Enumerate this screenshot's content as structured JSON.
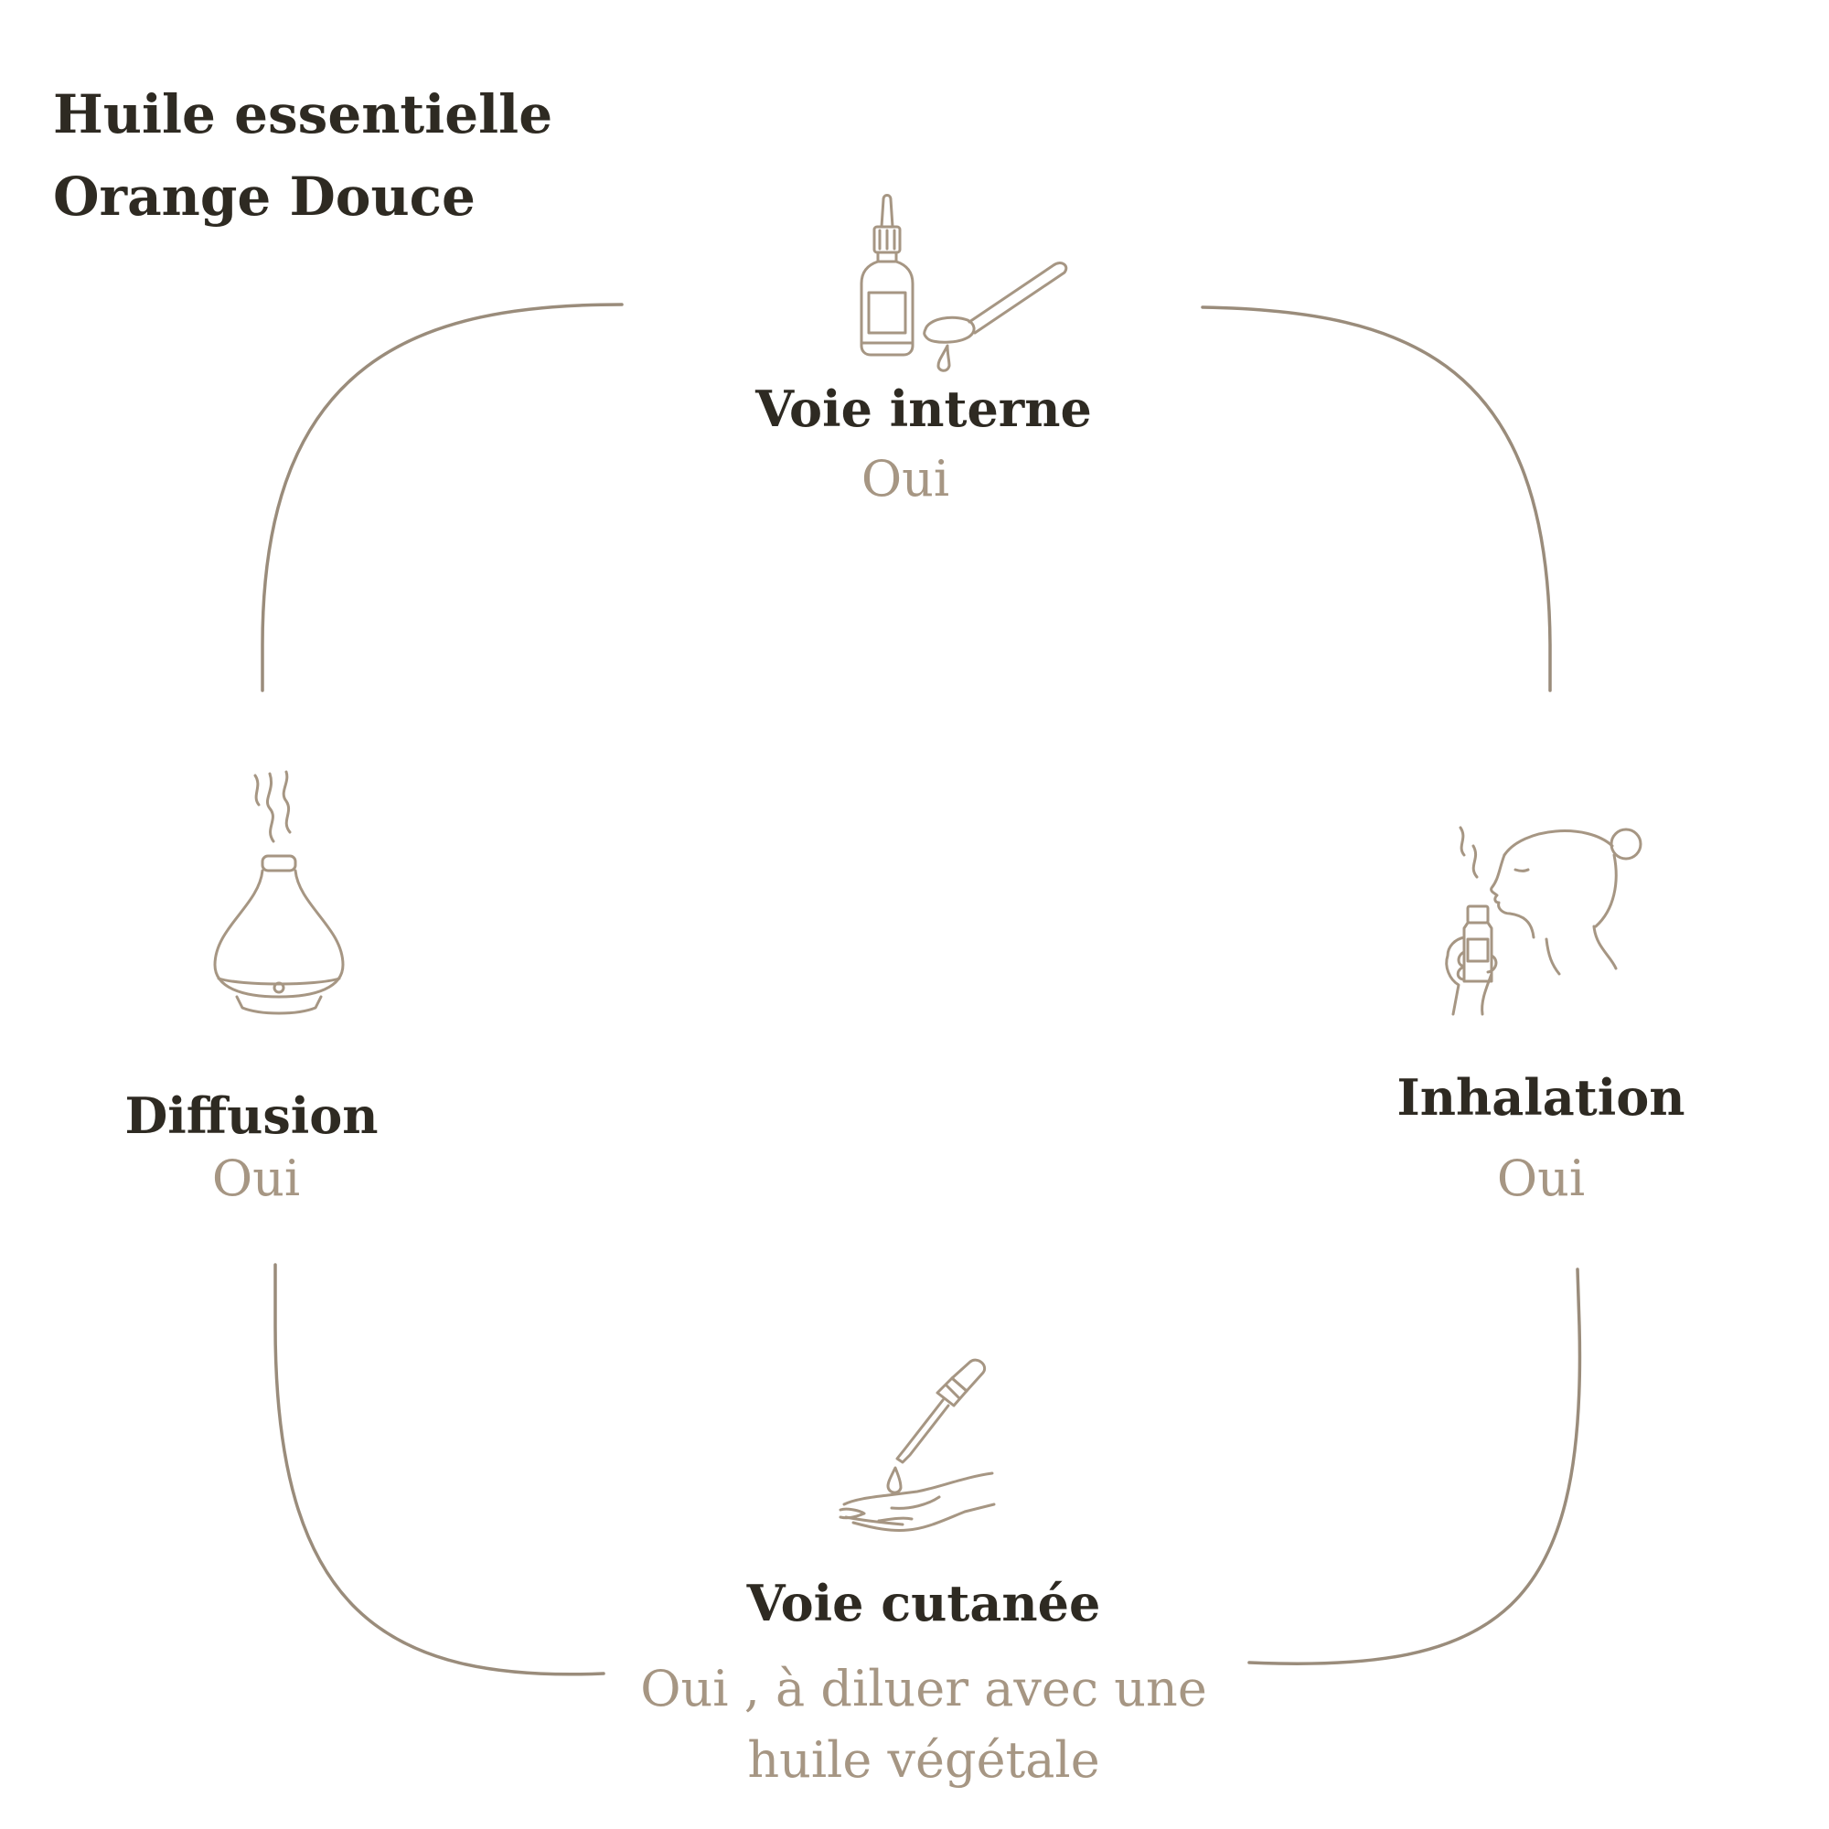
{
  "title": {
    "line1": "Huile essentielle",
    "line2": "Orange Douce"
  },
  "colors": {
    "text_dark": "#2e2a22",
    "text_muted": "#a69683",
    "line": "#9a8c7b"
  },
  "modes": {
    "internal": {
      "label": "Voie interne",
      "value": "Oui",
      "icon": "dropper-bottle-spoon-icon"
    },
    "inhalation": {
      "label": "Inhalation",
      "value": "Oui",
      "icon": "woman-inhaling-bottle-icon"
    },
    "cutaneous": {
      "label": "Voie cutanée",
      "value": "Oui , à diluer avec une huile végétale",
      "icon": "dropper-hand-icon"
    },
    "diffusion": {
      "label": "Diffusion",
      "value": "Oui",
      "icon": "diffuser-icon"
    }
  }
}
